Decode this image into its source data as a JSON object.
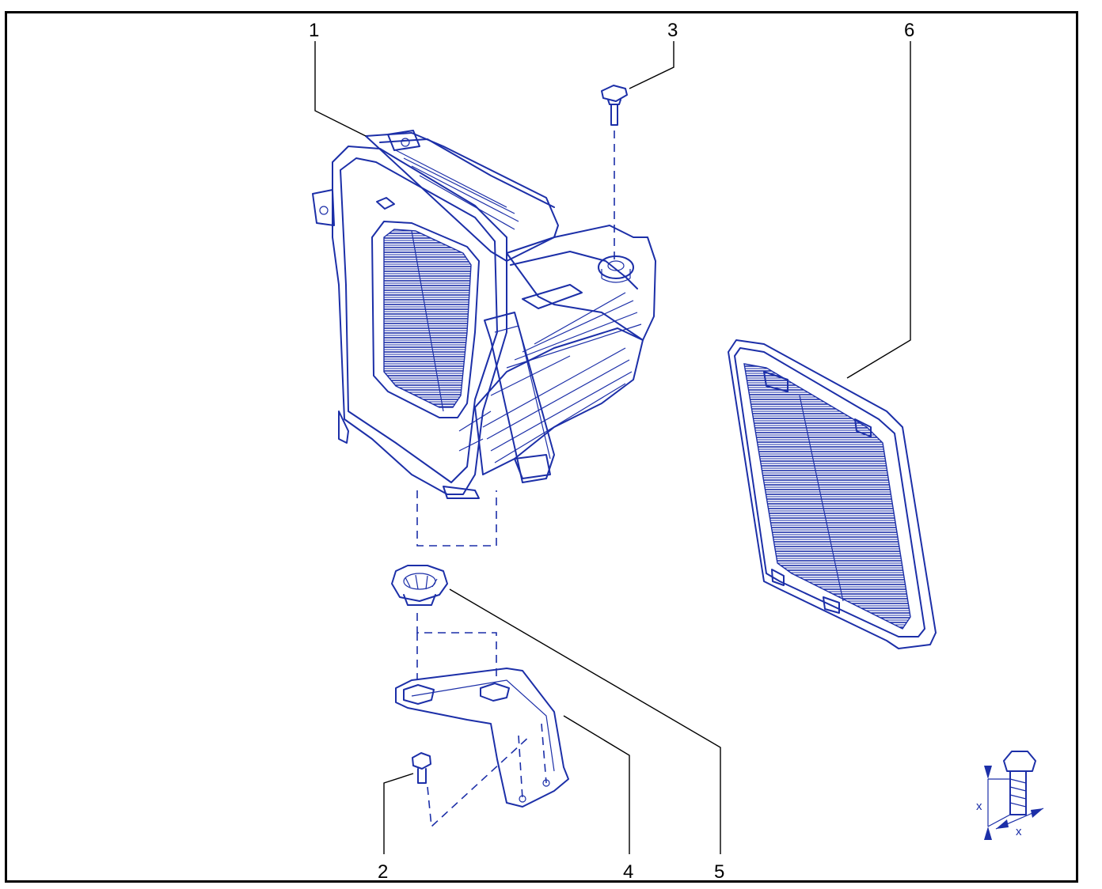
{
  "colors": {
    "line": "#1c2fa8",
    "fill": "#ffffff",
    "callout": "#000000",
    "frame": "#000000"
  },
  "callouts": [
    {
      "id": "1",
      "label": "1"
    },
    {
      "id": "2",
      "label": "2"
    },
    {
      "id": "3",
      "label": "3"
    },
    {
      "id": "4",
      "label": "4"
    },
    {
      "id": "5",
      "label": "5"
    },
    {
      "id": "6",
      "label": "6"
    }
  ],
  "torque_symbol": {
    "dimension_label_length": "x",
    "dimension_label_diameter": "x"
  }
}
